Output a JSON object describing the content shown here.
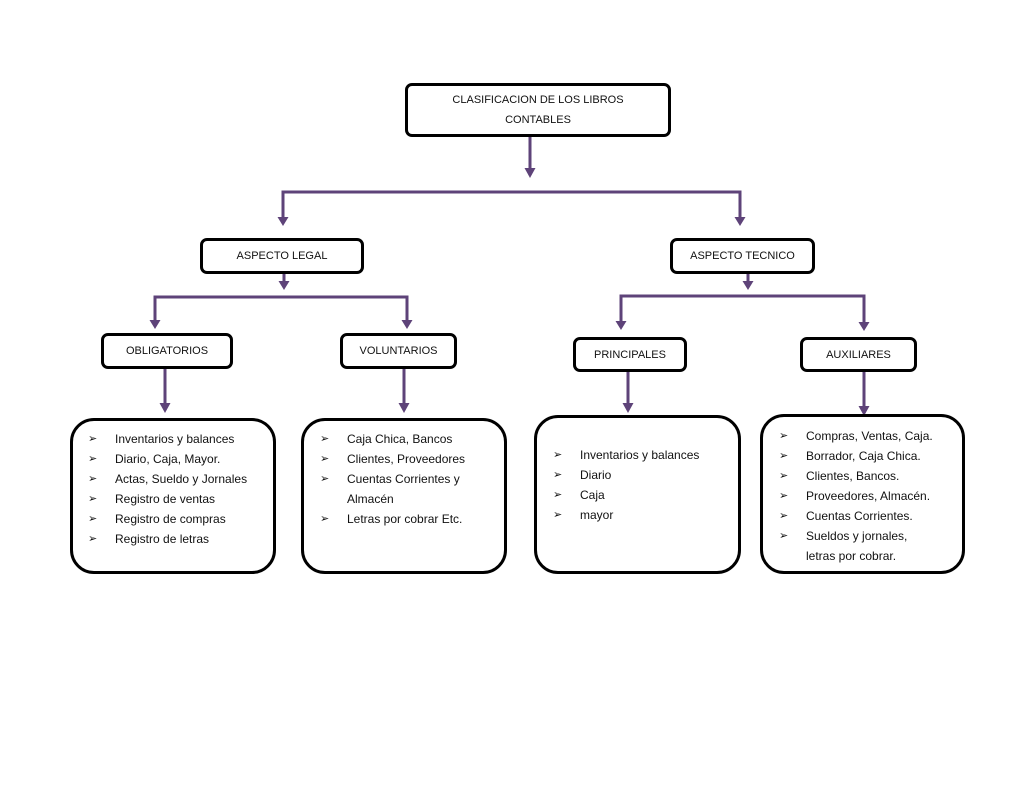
{
  "diagram": {
    "root": {
      "label": "CLASIFICACION DE LOS LIBROS\nCONTABLES"
    },
    "bullet": "➢",
    "branches": [
      {
        "label": "ASPECTO LEGAL",
        "children": [
          {
            "label": "OBLIGATORIOS",
            "items": [
              "Inventarios y balances",
              "Diario, Caja, Mayor.",
              "Actas, Sueldo y Jornales",
              "Registro de ventas",
              "Registro de compras",
              "Registro de letras"
            ]
          },
          {
            "label": "VOLUNTARIOS",
            "items": [
              "Caja Chica, Bancos",
              "Clientes, Proveedores",
              "Cuentas Corrientes y\nAlmacén",
              "Letras por cobrar Etc."
            ]
          }
        ]
      },
      {
        "label": "ASPECTO TECNICO",
        "children": [
          {
            "label": "PRINCIPALES",
            "items": [
              "Inventarios y balances",
              "Diario",
              "Caja",
              "mayor"
            ]
          },
          {
            "label": "AUXILIARES",
            "items": [
              "Compras, Ventas, Caja.",
              "Borrador, Caja Chica.",
              "Clientes, Bancos.",
              "Proveedores, Almacén.",
              "Cuentas Corrientes.",
              "Sueldos y jornales,\nletras por cobrar."
            ]
          }
        ]
      }
    ]
  },
  "colors": {
    "connector": "#5e4379",
    "border": "#000000",
    "background": "#ffffff"
  }
}
